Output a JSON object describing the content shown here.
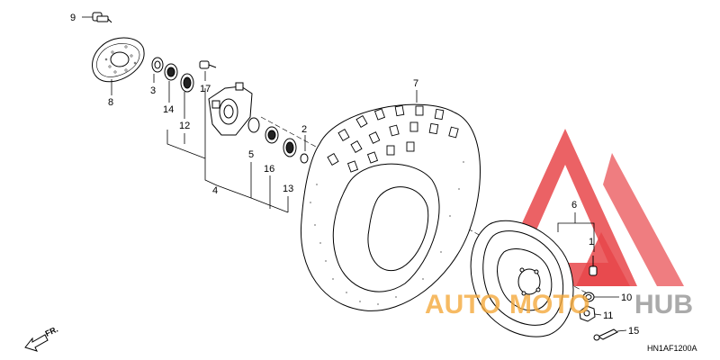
{
  "colors": {
    "line": "#000000",
    "watermark_red": "#e8464a",
    "watermark_orange": "#f4a93c",
    "watermark_gray": "#9b9b9b"
  },
  "watermark": {
    "word_auto": "AUTO",
    "word_moto": "MOTO",
    "word_hub": "HUB"
  },
  "diagram_code": "HN1AF1200A",
  "front_indicator": "FR.",
  "callouts": {
    "c1": "1",
    "c2": "2",
    "c3": "3",
    "c4": "4",
    "c5": "5",
    "c6": "6",
    "c7": "7",
    "c8": "8",
    "c9": "9",
    "c10": "10",
    "c11": "11",
    "c12": "12",
    "c13": "13",
    "c14": "14",
    "c15": "15",
    "c16": "16",
    "c17": "17"
  }
}
